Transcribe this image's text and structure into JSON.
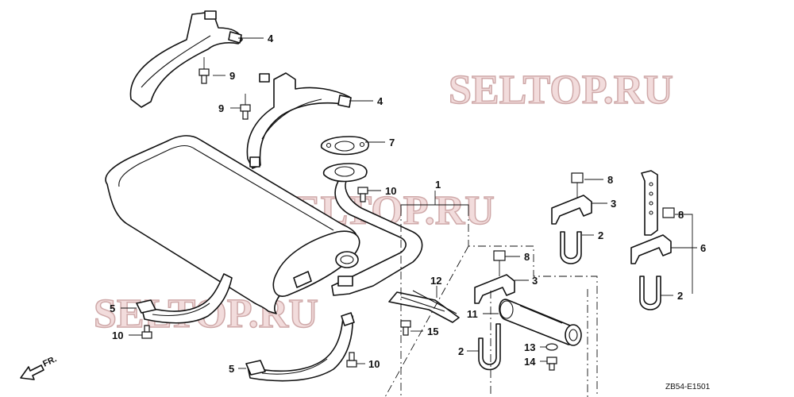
{
  "watermarks": [
    "SELTOP.RU",
    "SELTOP.RU",
    "SELTOP.RU"
  ],
  "diagram_code": "ZB54-E1501",
  "direction_label": "FR.",
  "callouts": {
    "c4a": "4",
    "c9a": "9",
    "c9b": "9",
    "c4b": "4",
    "c7": "7",
    "c10a": "10",
    "c1": "1",
    "c8a": "8",
    "c3a": "3",
    "c2a": "2",
    "c8b": "8",
    "c6": "6",
    "c2b": "2",
    "c8c": "8",
    "c3b": "3",
    "c12": "12",
    "c11": "11",
    "c15": "15",
    "c2c": "2",
    "c13": "13",
    "c14": "14",
    "c5a": "5",
    "c10b": "10",
    "c5b": "5",
    "c10c": "10"
  }
}
